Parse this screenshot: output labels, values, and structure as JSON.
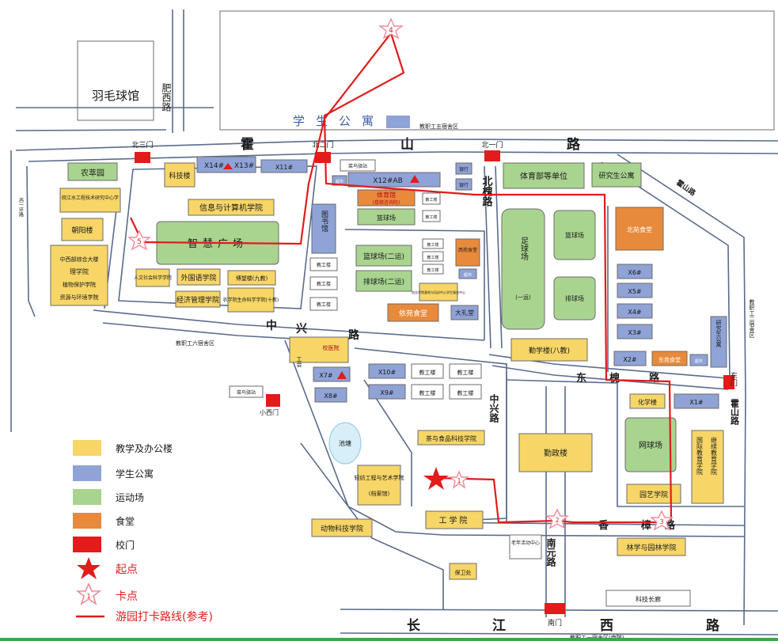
{
  "labels": {
    "badminton": "羽毛球馆",
    "feixi_road": "肥西路",
    "student_apartments": "学生公寓",
    "staff_area5": "教职工五宿舍区",
    "huoshan_road": [
      "霍",
      "山",
      "路"
    ],
    "north_gate3": "北三门",
    "north_gate2": "北二门",
    "north_gate1": "北一门",
    "x14": "X14#",
    "x13": "X13#",
    "x11": "X11#",
    "cainiao_station": "菜鸟驿站",
    "supermarket": "超市",
    "x12ab": "X12#AB",
    "bank": "银行",
    "pe_dept": "体育部等单位",
    "grad_apartment": "研究生公寓",
    "nongcui_garden": "农萃园",
    "keji_building": "科技楼",
    "gym": "体育馆",
    "gym_sub": "(楼梯咨询院)",
    "info_college": "信息与计算机学院",
    "library": "图书馆",
    "north_huai_road": "北槐路",
    "football_field": "足球场",
    "football_sub": "(一运)",
    "basketball": "篮球场",
    "volleyball": "排球场",
    "north_canteen": "北苑食堂",
    "huoshan_road_east": "霍山路",
    "x6": "X6#",
    "x5": "X5#",
    "x4": "X4#",
    "x3": "X3#",
    "x2": "X2#",
    "east_canteen": "东苑食堂",
    "research_apartment": "研究生公寓",
    "west_road": "西一环路",
    "resource_institute": "皖江水工程技术研究中心学",
    "chaoyang": "朝阳楼",
    "zhonghua": "中西部综合大楼",
    "science_college": "理学院",
    "plant_protection": "植物保护学院",
    "resources_env": "资源与环境学院",
    "smart_square": "智慧广场",
    "humanities": "人文社会科学学院",
    "foreign_lang": "外国语学院",
    "bowang": "博望楼(九教)",
    "economics": "经济管理学院",
    "agri_college": "农学院生命科学学院(十教)",
    "teach_building": "教工楼",
    "basketball2": "篮球场(二运)",
    "volleyball2": "排球场(二运)",
    "xihe_canteen": "西苑食堂",
    "notice": "创业学院基地与培训中心学生服务中心",
    "yiyuan_canteen": "依苑食堂",
    "big_gym": "大礼堂",
    "math_building": "勤学楼(八教)",
    "zhongxing_road": "中兴路",
    "staff_area6": "教职工六宿舍区",
    "union": "工会",
    "hospital": "校医院",
    "x7": "X7#",
    "x8": "X8#",
    "x10": "X10#",
    "x9": "X9#",
    "little_west_gate": "小西门",
    "dongfeng_road": [
      "东",
      "槐",
      "路"
    ],
    "east_gate": "东门",
    "chemistry": "化学楼",
    "x1": "X1#",
    "staff_area2": "教职工二宿舍区",
    "pond": "池塘",
    "tea_food": "茶与食品科技学院",
    "zhongxing_road2": "中兴路",
    "admin": "勤政楼",
    "tennis": "网球场",
    "intl_edu": "国际教育学院",
    "continue_edu": "继续教育学院",
    "light_textile": "轻纺工程与艺术学院",
    "light_textile_sub": "(档案馆)",
    "horticulture": "园艺学院",
    "animal": "动物科技学院",
    "engineering": "工学院",
    "xiangzhang_road": [
      "香",
      "樟",
      "路"
    ],
    "forestry": "林学与园林学院",
    "elder_center": "老年活动中心",
    "nanyuan_road": "南元路",
    "security": "保卫处",
    "tech_corridor": "科技长廊",
    "changjiang_road": [
      "长",
      "江",
      "西",
      "路"
    ],
    "south_gate": "南门",
    "staff_area1": "教职工一宿舍区(南院)"
  },
  "checkpoints": [
    "1",
    "2",
    "3",
    "4",
    "5"
  ],
  "legend": [
    {
      "label": "教学及办公楼",
      "color": "#f7d667"
    },
    {
      "label": "学生公寓",
      "color": "#8fa3d6"
    },
    {
      "label": "运动场",
      "color": "#a9d48f"
    },
    {
      "label": "食堂",
      "color": "#e88a3c"
    },
    {
      "label": "校门",
      "color": "#e21b1b"
    }
  ],
  "legend_markers": {
    "start": "起点",
    "checkpoint": "卡点",
    "route": "游园打卡路线(参考)"
  },
  "colors": {
    "teaching": "#f7d667",
    "apartment": "#8fa3d6",
    "sports": "#a9d48f",
    "canteen": "#e88a3c",
    "gate": "#e21b1b",
    "route": "#e21b1b",
    "star_outline": "#f08a9a"
  }
}
